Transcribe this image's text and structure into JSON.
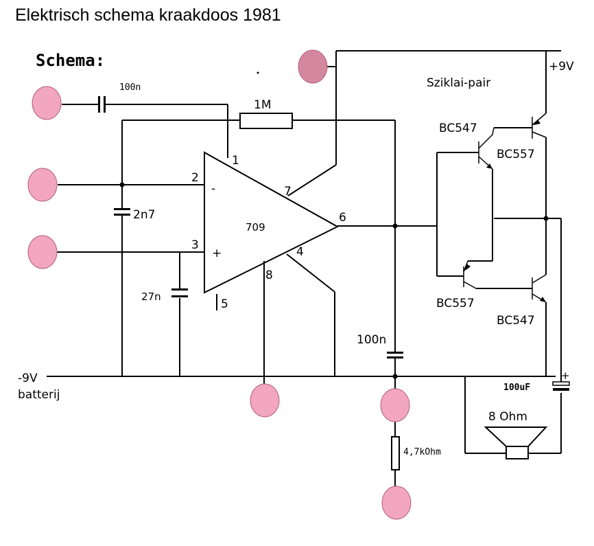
{
  "title": "Elektrisch schema kraakdoos 1981",
  "diagram": {
    "heading": "Schema:",
    "opamp_label": "709",
    "pins": {
      "p1": "1",
      "p2": "2",
      "p3": "3",
      "p4": "4",
      "p5": "5",
      "p6": "6",
      "p7": "7",
      "p8": "8",
      "minus": "-",
      "plus": "+"
    },
    "components": {
      "c_input": "100n",
      "r_feedback": "1M",
      "c_2n7": "2n7",
      "c_27n": "27n",
      "c_out": "100n",
      "r_4k7": "4,7kOhm",
      "c_100u": "100uF",
      "c_100u_polarity": "+",
      "speaker": "8 Ohm"
    },
    "transistors": {
      "q1": "BC547",
      "q2": "BC557",
      "q3": "BC557",
      "q4": "BC547",
      "pair_label": "Sziklai-pair"
    },
    "supply": {
      "positive": "+9V",
      "negative": "-9V",
      "battery": "batterij"
    },
    "colors": {
      "contact_pad": "#f2a6c0",
      "wire": "#000000"
    }
  }
}
